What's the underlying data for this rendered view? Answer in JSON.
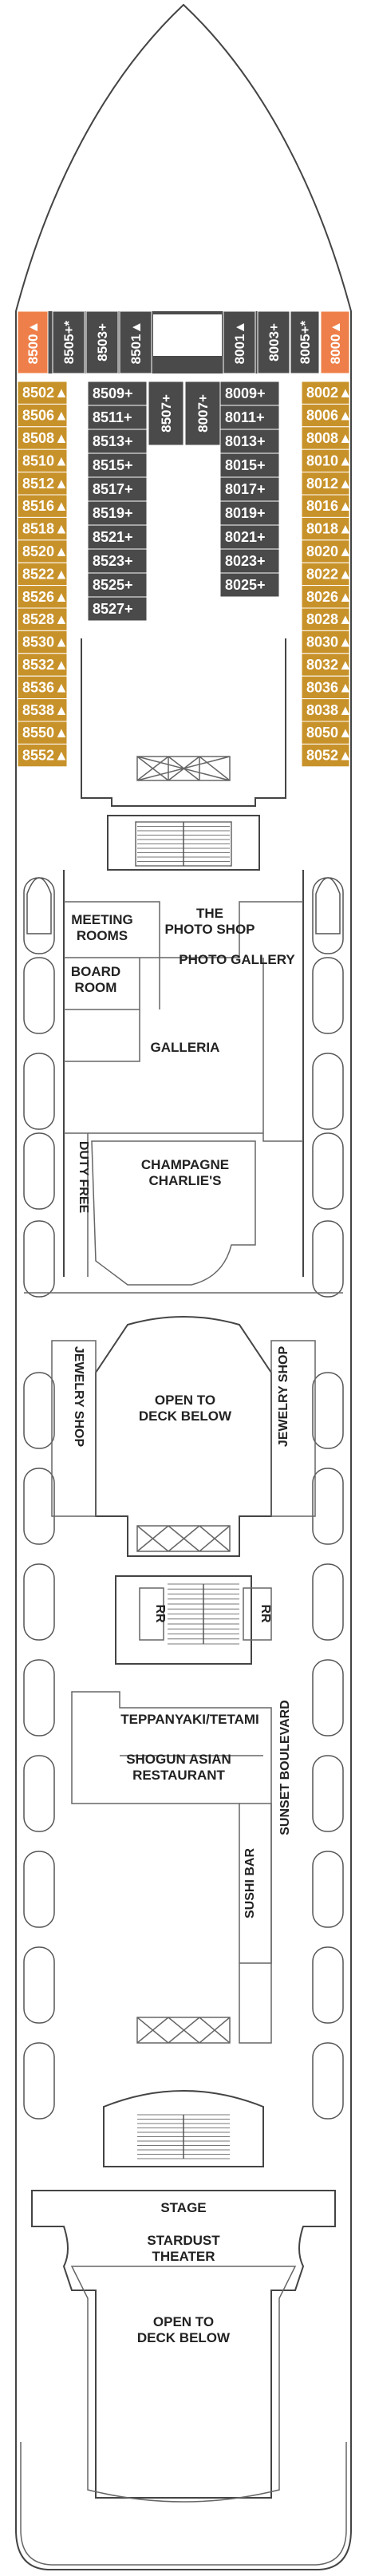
{
  "colors": {
    "balcony_cabin": "#c8922a",
    "interior_cabin": "#4a4a4a",
    "suite_cabin": "#ef7f4a",
    "cabin_text_light": "#ffffff",
    "cabin_text_dark": "#ffffff",
    "outline": "#444444"
  },
  "cabins": {
    "bow_row": [
      {
        "id": "8500",
        "mark": "▲",
        "type": "suite"
      },
      {
        "id": "8505",
        "mark": "+*",
        "type": "interior"
      },
      {
        "id": "8503",
        "mark": "+",
        "type": "interior"
      },
      {
        "id": "8501",
        "mark": "▲",
        "type": "interior"
      },
      {
        "id": "8001",
        "mark": "▲",
        "type": "interior"
      },
      {
        "id": "8003",
        "mark": "+",
        "type": "interior"
      },
      {
        "id": "8005",
        "mark": "+*",
        "type": "interior"
      },
      {
        "id": "8000",
        "mark": "▲",
        "type": "suite"
      }
    ],
    "port_outside": [
      "8502▲",
      "8506▲",
      "8508▲",
      "8510▲",
      "8512▲",
      "8516▲",
      "8518▲",
      "8520▲",
      "8522▲",
      "8526▲",
      "8528▲",
      "8530▲",
      "8532▲",
      "8536▲",
      "8538▲",
      "8550▲",
      "8552▲"
    ],
    "starboard_outside": [
      "8002▲",
      "8006▲",
      "8008▲",
      "8010▲",
      "8012▲",
      "8016▲",
      "8018▲",
      "8020▲",
      "8022▲",
      "8026▲",
      "8028▲",
      "8030▲",
      "8032▲",
      "8036▲",
      "8038▲",
      "8050▲",
      "8052▲"
    ],
    "port_inside": [
      "8509+",
      "8511+",
      "8513+",
      "8515+",
      "8517+",
      "8519+",
      "8521+",
      "8523+",
      "8525+",
      "8527+"
    ],
    "starboard_inside": [
      "8009+",
      "8011+",
      "8013+",
      "8015+",
      "8017+",
      "8019+",
      "8021+",
      "8023+",
      "8025+"
    ],
    "center_vertical": [
      "8507+",
      "8007+"
    ]
  },
  "venues": {
    "photo_shop": [
      "THE",
      "PHOTO SHOP"
    ],
    "meeting_rooms": [
      "MEETING",
      "ROOMS"
    ],
    "board_room": [
      "BOARD",
      "ROOM"
    ],
    "photo_gallery": "PHOTO GALLERY",
    "galleria": "GALLERIA",
    "duty_free": "DUTY FREE",
    "champagne": [
      "CHAMPAGNE",
      "CHARLIE'S"
    ],
    "jewelry_left": "JEWELRY SHOP",
    "jewelry_right": "JEWELRY SHOP",
    "open_mid": [
      "OPEN TO",
      "DECK BELOW"
    ],
    "rr_left": "RR",
    "rr_right": "RR",
    "teppanyaki": "TEPPANYAKI/TETAMI",
    "shogun": [
      "SHOGUN ASIAN",
      "RESTAURANT"
    ],
    "sushi": "SUSHI BAR",
    "sunset": "SUNSET BOULEVARD",
    "stage": "STAGE",
    "theater": [
      "STARDUST",
      "THEATER"
    ],
    "open_aft": [
      "OPEN TO",
      "DECK BELOW"
    ]
  }
}
